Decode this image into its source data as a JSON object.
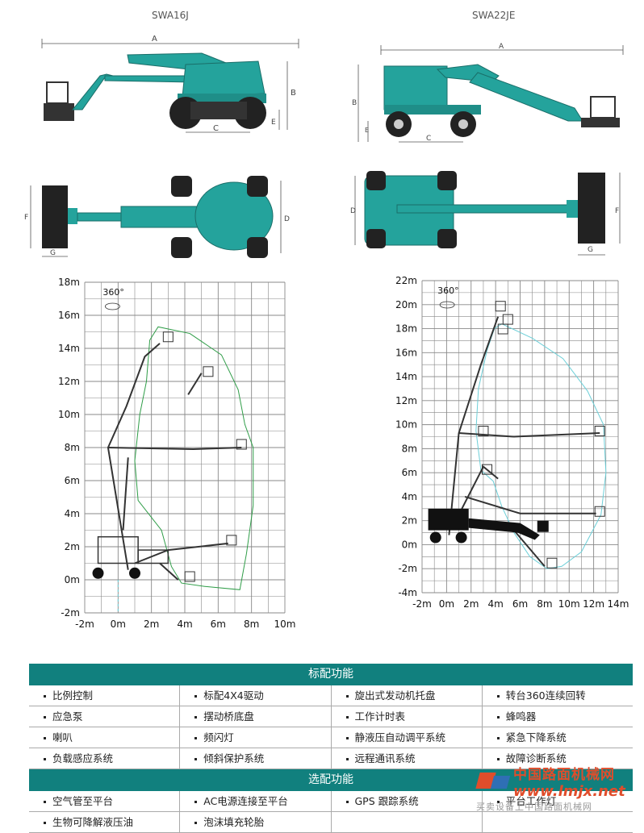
{
  "models": {
    "left": "SWA16J",
    "right": "SWA22JE"
  },
  "dims": {
    "A": "A",
    "B": "B",
    "C": "C",
    "D": "D",
    "E": "E",
    "F": "F",
    "G": "G"
  },
  "rotation": "360°",
  "chart_data": [
    {
      "type": "line",
      "title": "",
      "xlabel": "",
      "ylabel": "",
      "x_ticks": [
        "-2m",
        "0m",
        "2m",
        "4m",
        "6m",
        "8m",
        "10m"
      ],
      "y_ticks": [
        "18m",
        "16m",
        "14m",
        "12m",
        "10m",
        "8m",
        "6m",
        "4m",
        "2m",
        "0m",
        "-2m"
      ],
      "xlim": [
        -2,
        10
      ],
      "ylim": [
        -2,
        18
      ],
      "series": [
        {
          "values": [
            [
              4.3,
              14.9
            ],
            [
              6.2,
              13.6
            ],
            [
              7.2,
              11.5
            ],
            [
              7.6,
              9.4
            ],
            [
              8.1,
              8.0
            ],
            [
              8.1,
              4.5
            ],
            [
              7.7,
              1.6
            ],
            [
              7.3,
              -0.6
            ],
            [
              5.2,
              -0.4
            ],
            [
              3.8,
              -0.2
            ],
            [
              3.2,
              0.8
            ],
            [
              2.6,
              3.0
            ],
            [
              1.2,
              4.8
            ],
            [
              1.0,
              7.2
            ],
            [
              1.3,
              10.0
            ],
            [
              1.7,
              12.0
            ],
            [
              1.9,
              14.5
            ],
            [
              2.4,
              15.3
            ]
          ]
        }
      ]
    },
    {
      "type": "line",
      "title": "",
      "xlabel": "",
      "ylabel": "",
      "x_ticks": [
        "-2m",
        "0m",
        "2m",
        "4m",
        "6m",
        "8m",
        "10m",
        "12m",
        "14m"
      ],
      "y_ticks": [
        "22m",
        "20m",
        "18m",
        "16m",
        "14m",
        "12m",
        "10m",
        "8m",
        "6m",
        "4m",
        "2m",
        "0m",
        "-2m",
        "-4m"
      ],
      "xlim": [
        -2,
        14
      ],
      "ylim": [
        -4,
        22
      ],
      "series": [
        {
          "values": [
            [
              4.5,
              18.4
            ],
            [
              7.0,
              17.2
            ],
            [
              9.5,
              15.5
            ],
            [
              11.5,
              12.8
            ],
            [
              12.8,
              10.0
            ],
            [
              13.0,
              6.0
            ],
            [
              12.6,
              2.5
            ],
            [
              11.0,
              -0.6
            ],
            [
              9.4,
              -1.8
            ],
            [
              8.2,
              -2.0
            ],
            [
              6.8,
              -1.0
            ],
            [
              5.5,
              1.0
            ],
            [
              4.5,
              3.2
            ],
            [
              3.8,
              5.3
            ],
            [
              2.8,
              6.2
            ],
            [
              2.4,
              9.5
            ],
            [
              2.6,
              13.0
            ],
            [
              3.3,
              16.2
            ],
            [
              3.9,
              18.0
            ]
          ]
        }
      ]
    }
  ],
  "standard": {
    "title": "标配功能",
    "rows": [
      [
        "比例控制",
        "标配4X4驱动",
        "旋出式发动机托盘",
        "转台360连续回转"
      ],
      [
        "应急泵",
        "摆动桥底盘",
        "工作计时表",
        "蜂鸣器"
      ],
      [
        "喇叭",
        "频闪灯",
        "静液压自动调平系统",
        "紧急下降系统"
      ],
      [
        "负载感应系统",
        "倾斜保护系统",
        "远程通讯系统",
        "故障诊断系统"
      ]
    ]
  },
  "optional": {
    "title": "选配功能",
    "rows": [
      [
        "空气管至平台",
        "AC电源连接至平台",
        "GPS 跟踪系统",
        "平台工作灯"
      ],
      [
        "生物可降解液压油",
        "泡沫填充轮胎",
        "",
        ""
      ]
    ]
  },
  "watermark": {
    "cn": "中国路面机械网",
    "url": "www.lmjx.net",
    "slogan": "买卖设备上中国路面机械网"
  },
  "colors": {
    "teal": "#11807e",
    "machine": "#24a39c",
    "envelope_left": "#2f9d48",
    "envelope_right": "#6ccfd8"
  }
}
